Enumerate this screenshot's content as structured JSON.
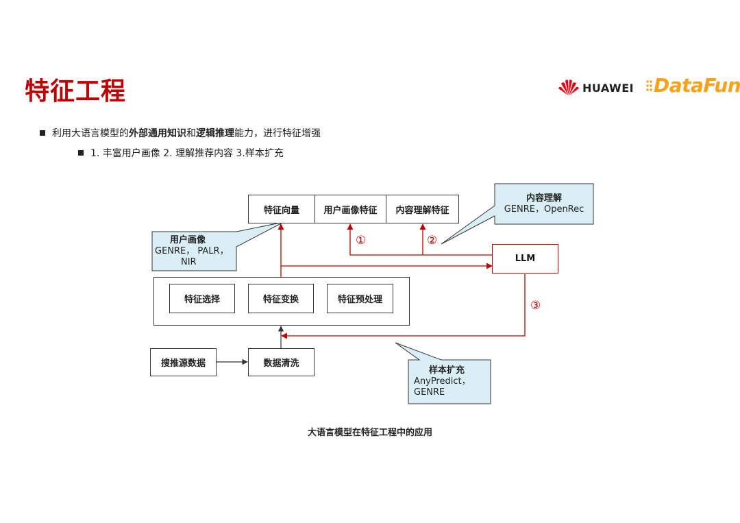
{
  "header": {
    "title": "特征工程",
    "logo_huawei": "HUAWEI",
    "logo_datafun": "DataFun."
  },
  "bullets": {
    "line1": {
      "p1": "利用大语言模型的",
      "p2": "外部通用知识",
      "p3": "和",
      "p4": "逻辑推理",
      "p5": "能力，进行特征增强"
    },
    "line2": "1. 丰富用户画像 2. 理解推荐内容 3.样本扩充"
  },
  "diagram": {
    "top_boxes": [
      "特征向量",
      "用户画像特征",
      "内容理解特征"
    ],
    "process_boxes": [
      "特征选择",
      "特征变换",
      "特征预处理"
    ],
    "source_box": "搜推源数据",
    "clean_box": "数据清洗",
    "llm_box": "LLM",
    "markers": [
      "①",
      "②",
      "③"
    ],
    "callouts": {
      "user_profile": {
        "title": "用户画像",
        "lines": [
          "GENRE， PALR，",
          "NIR"
        ]
      },
      "content": {
        "title": "内容理解",
        "lines": [
          "GENRE，OpenRec"
        ]
      },
      "sample": {
        "title": "样本扩充",
        "lines": [
          "AnyPredict，",
          "GENRE"
        ]
      }
    },
    "caption": "大语言模型在特征工程中的应用"
  },
  "colors": {
    "accent_red": "#c00000",
    "callout_fill": "#d9eff5",
    "datafun_orange": "#f6a21a"
  }
}
